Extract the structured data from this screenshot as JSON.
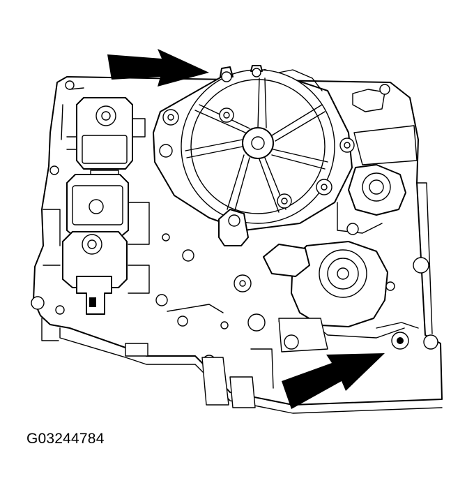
{
  "figure": {
    "id_label": "G03244784"
  },
  "colors": {
    "ink": "#000000",
    "paper": "#ffffff"
  },
  "callouts": [
    {
      "name": "upper-arrow",
      "direction": "right"
    },
    {
      "name": "lower-arrow",
      "direction": "up-right"
    }
  ]
}
